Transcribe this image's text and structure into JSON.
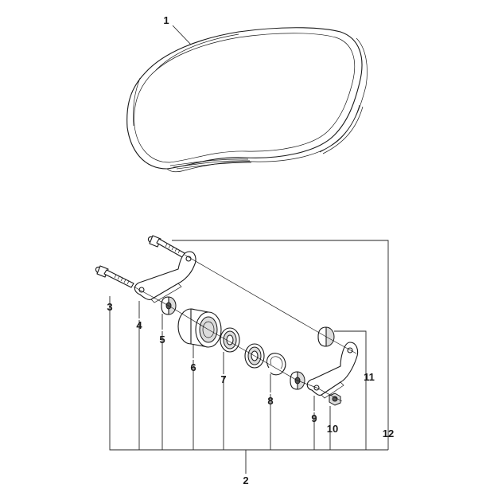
{
  "parts": [
    {
      "id": "belt",
      "label": "1"
    },
    {
      "id": "kit",
      "label": "2"
    },
    {
      "id": "bolt-long",
      "label": "3"
    },
    {
      "id": "bracket-left",
      "label": "4"
    },
    {
      "id": "spacer-left",
      "label": "5"
    },
    {
      "id": "pulley",
      "label": "6"
    },
    {
      "id": "bearing-a",
      "label": "7"
    },
    {
      "id": "circlip",
      "label": "8"
    },
    {
      "id": "bracket-right",
      "label": "9"
    },
    {
      "id": "nut",
      "label": "10"
    },
    {
      "id": "spacer-right",
      "label": "11"
    },
    {
      "id": "bolt-short",
      "label": "12"
    }
  ]
}
